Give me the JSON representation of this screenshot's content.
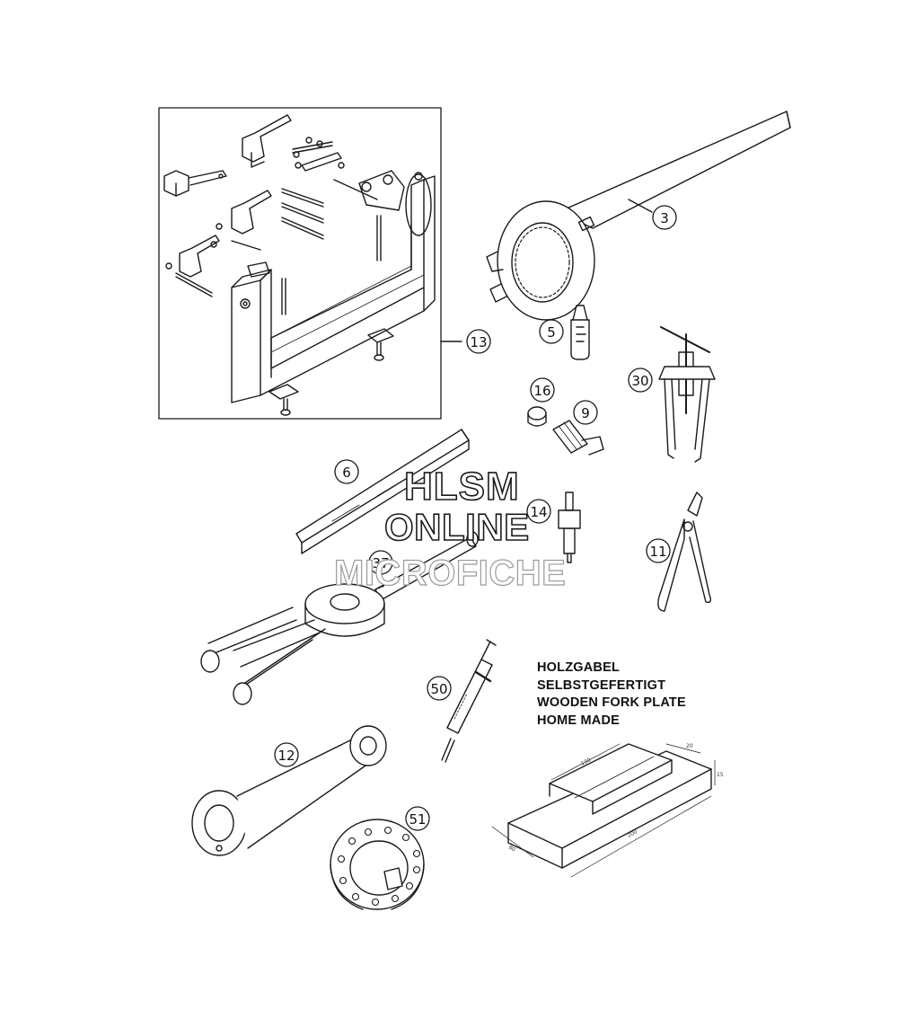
{
  "note": {
    "line1": "HOLZGABEL",
    "line2": "SELBSTGEFERTIGT",
    "line3": "WOODEN FORK PLATE",
    "line4": "HOME MADE"
  },
  "watermark": {
    "line1": "HLSM",
    "line2": "ONLINE",
    "line3": "MICROFICHE"
  },
  "callouts": {
    "c3": "3",
    "c5": "5",
    "c6": "6",
    "c9": "9",
    "c11": "11",
    "c12": "12",
    "c13": "13",
    "c14": "14",
    "c16": "16",
    "c30": "30",
    "c37": "37",
    "c50": "50",
    "c51": "51"
  },
  "dimensions": {
    "d130": "130",
    "d20": "20",
    "d15": "15",
    "d80": "80",
    "d200": "200"
  }
}
